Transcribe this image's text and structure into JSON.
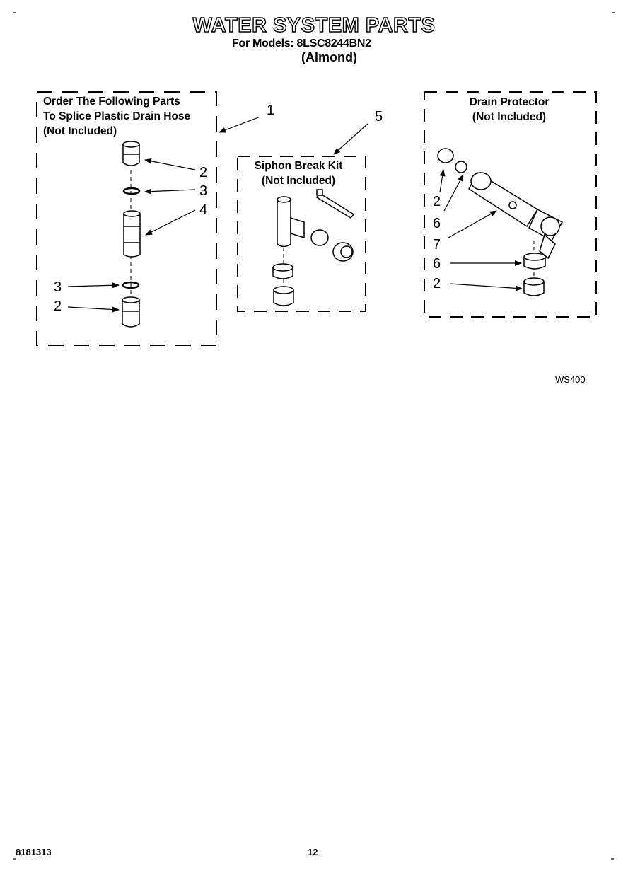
{
  "header": {
    "title": "WATER SYSTEM PARTS",
    "models_line": "For Models: 8LSC8244BN2",
    "color_line": "(Almond)"
  },
  "splice_box": {
    "lines": [
      "Order The Following Parts",
      "To Splice Plastic Drain Hose",
      "(Not Included)"
    ],
    "callouts": [
      "1",
      "2",
      "3",
      "4",
      "3",
      "2"
    ]
  },
  "siphon_box": {
    "lines": [
      "Siphon Break Kit",
      "(Not Included)"
    ],
    "callout": "5"
  },
  "drain_box": {
    "lines": [
      "Drain Protector",
      "(Not Included)"
    ],
    "callouts": [
      "2",
      "6",
      "7",
      "6",
      "2"
    ]
  },
  "figure_code": "WS400",
  "footer": {
    "part_number": "8181313",
    "page": "12"
  }
}
